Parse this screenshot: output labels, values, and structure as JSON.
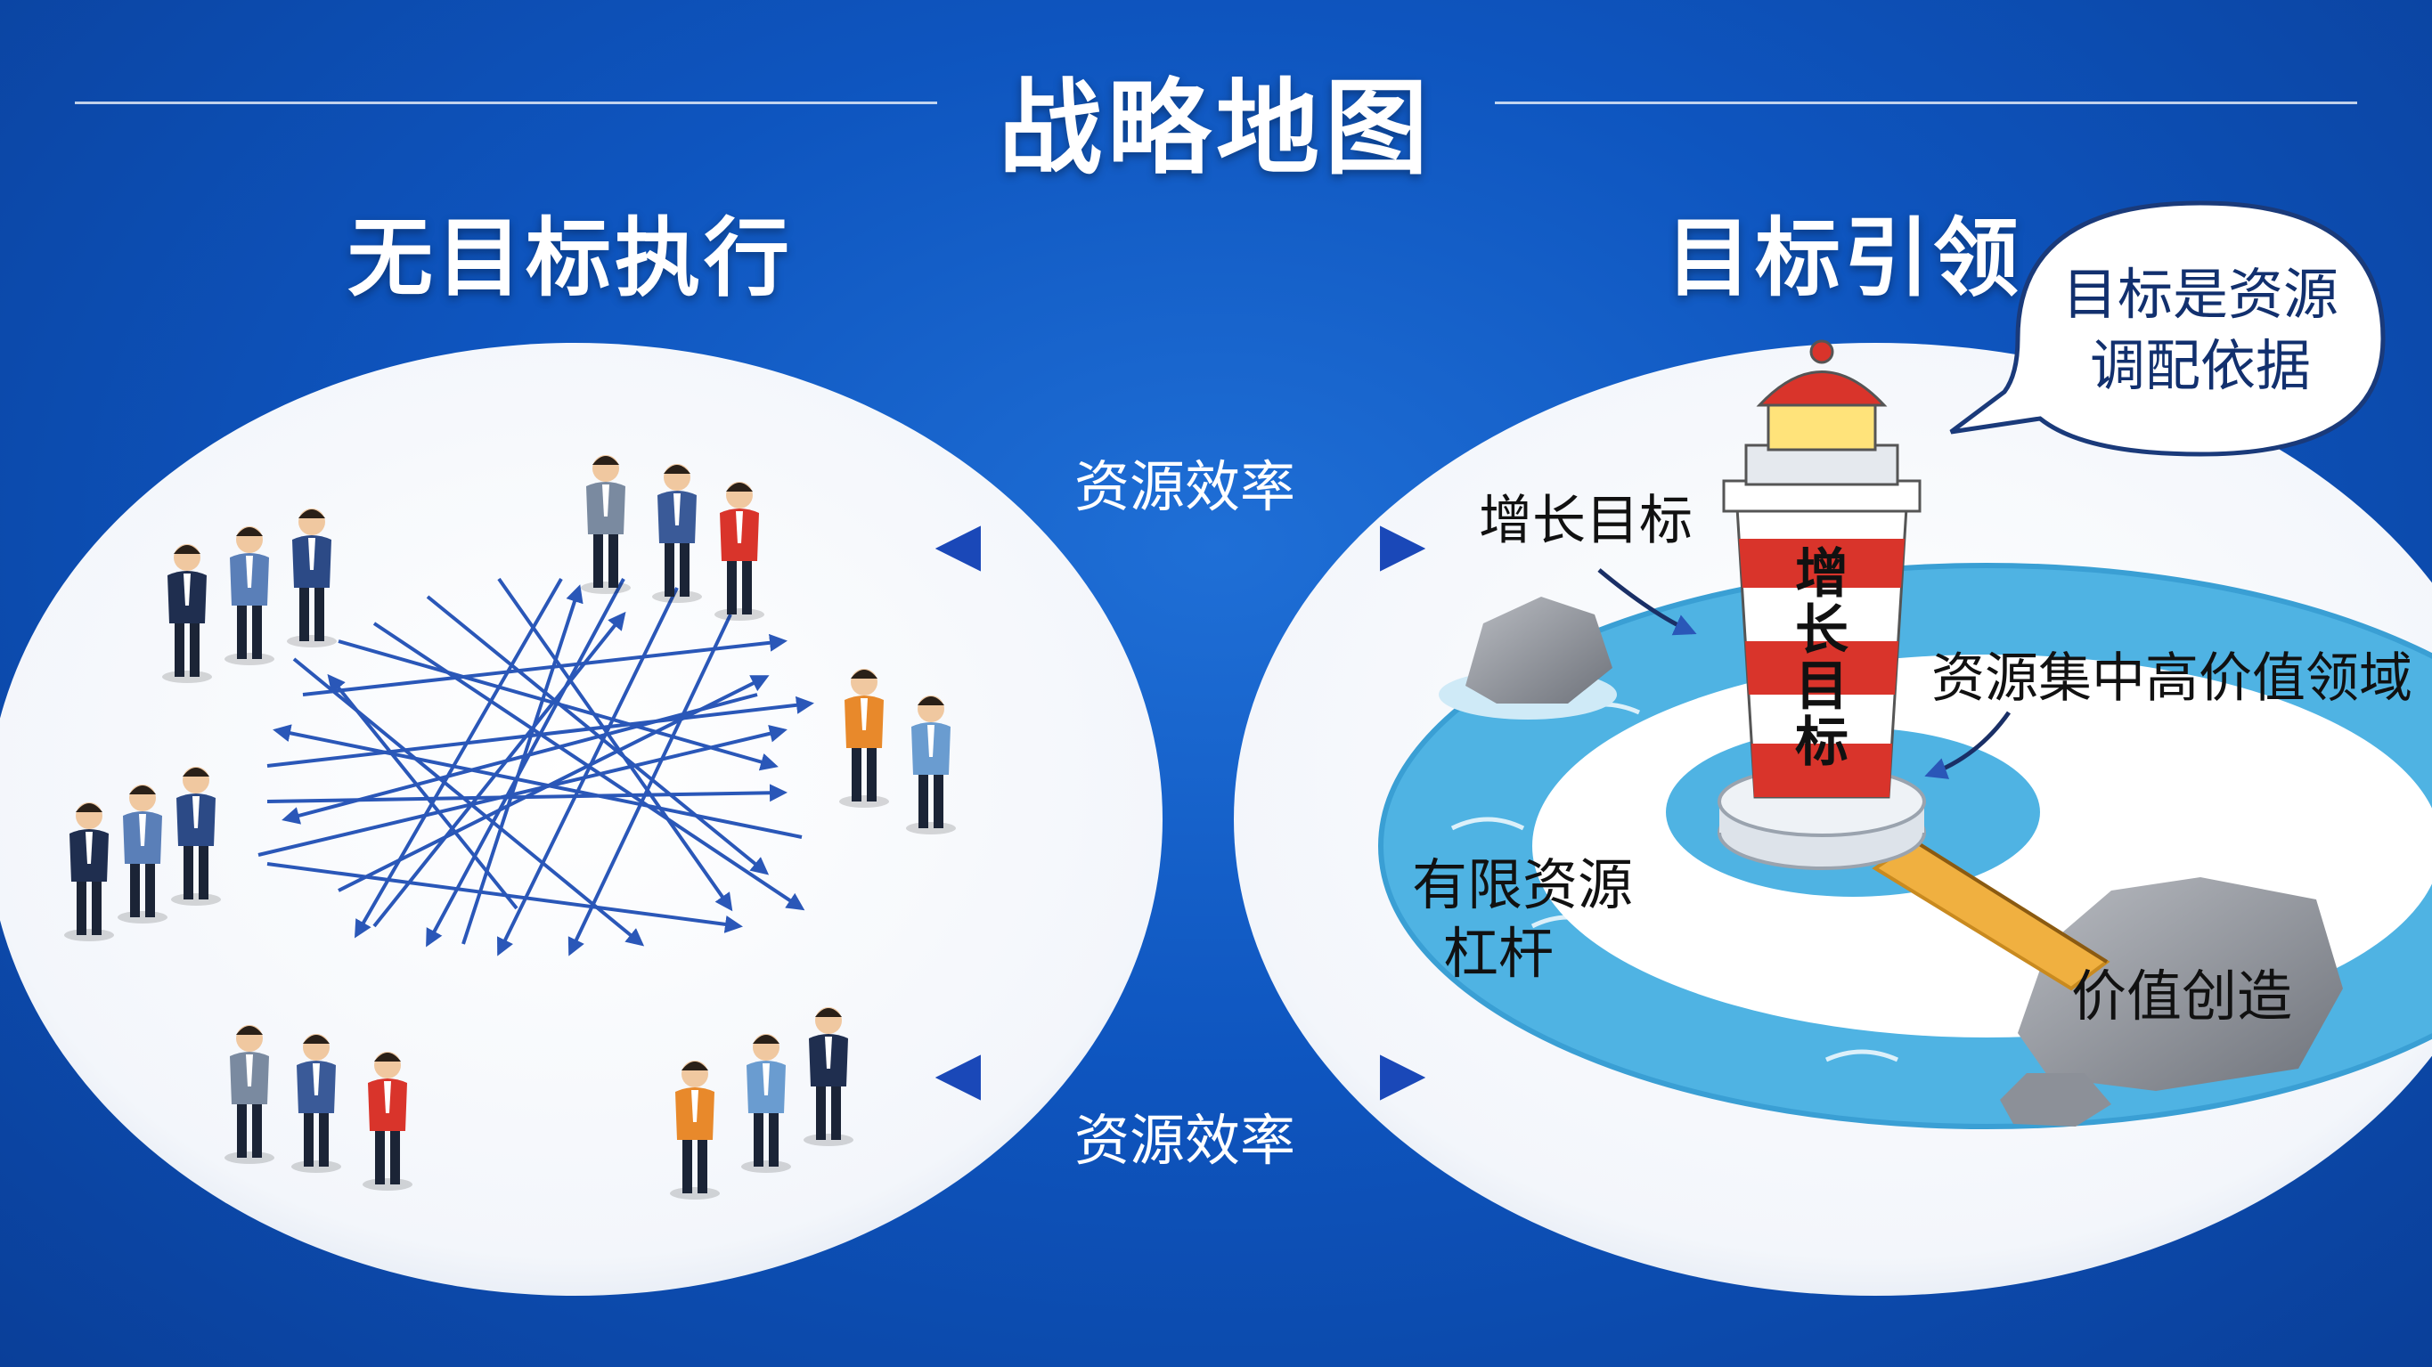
{
  "header": {
    "title": "战略地图"
  },
  "left_panel": {
    "title": "无目标执行"
  },
  "right_panel": {
    "title": "目标引领",
    "speech_bubble": {
      "line1": "目标是资源",
      "line2": "调配依据"
    },
    "lighthouse_label": [
      "增",
      "长",
      "目",
      "标"
    ],
    "labels": {
      "growth_target": "增长目标",
      "focus_area": "资源集中高价值领域",
      "limited_line1": "有限资源",
      "limited_line2": "杠杆",
      "value_creation": "价值创造"
    }
  },
  "connectors": {
    "top_label": "资源效率",
    "bottom_label": "资源效率"
  },
  "colors": {
    "background": "#0e55bf",
    "arrow_blue": "#2a57b8",
    "lighthouse_red": "#d9342b",
    "water": "#4fb3e3"
  }
}
